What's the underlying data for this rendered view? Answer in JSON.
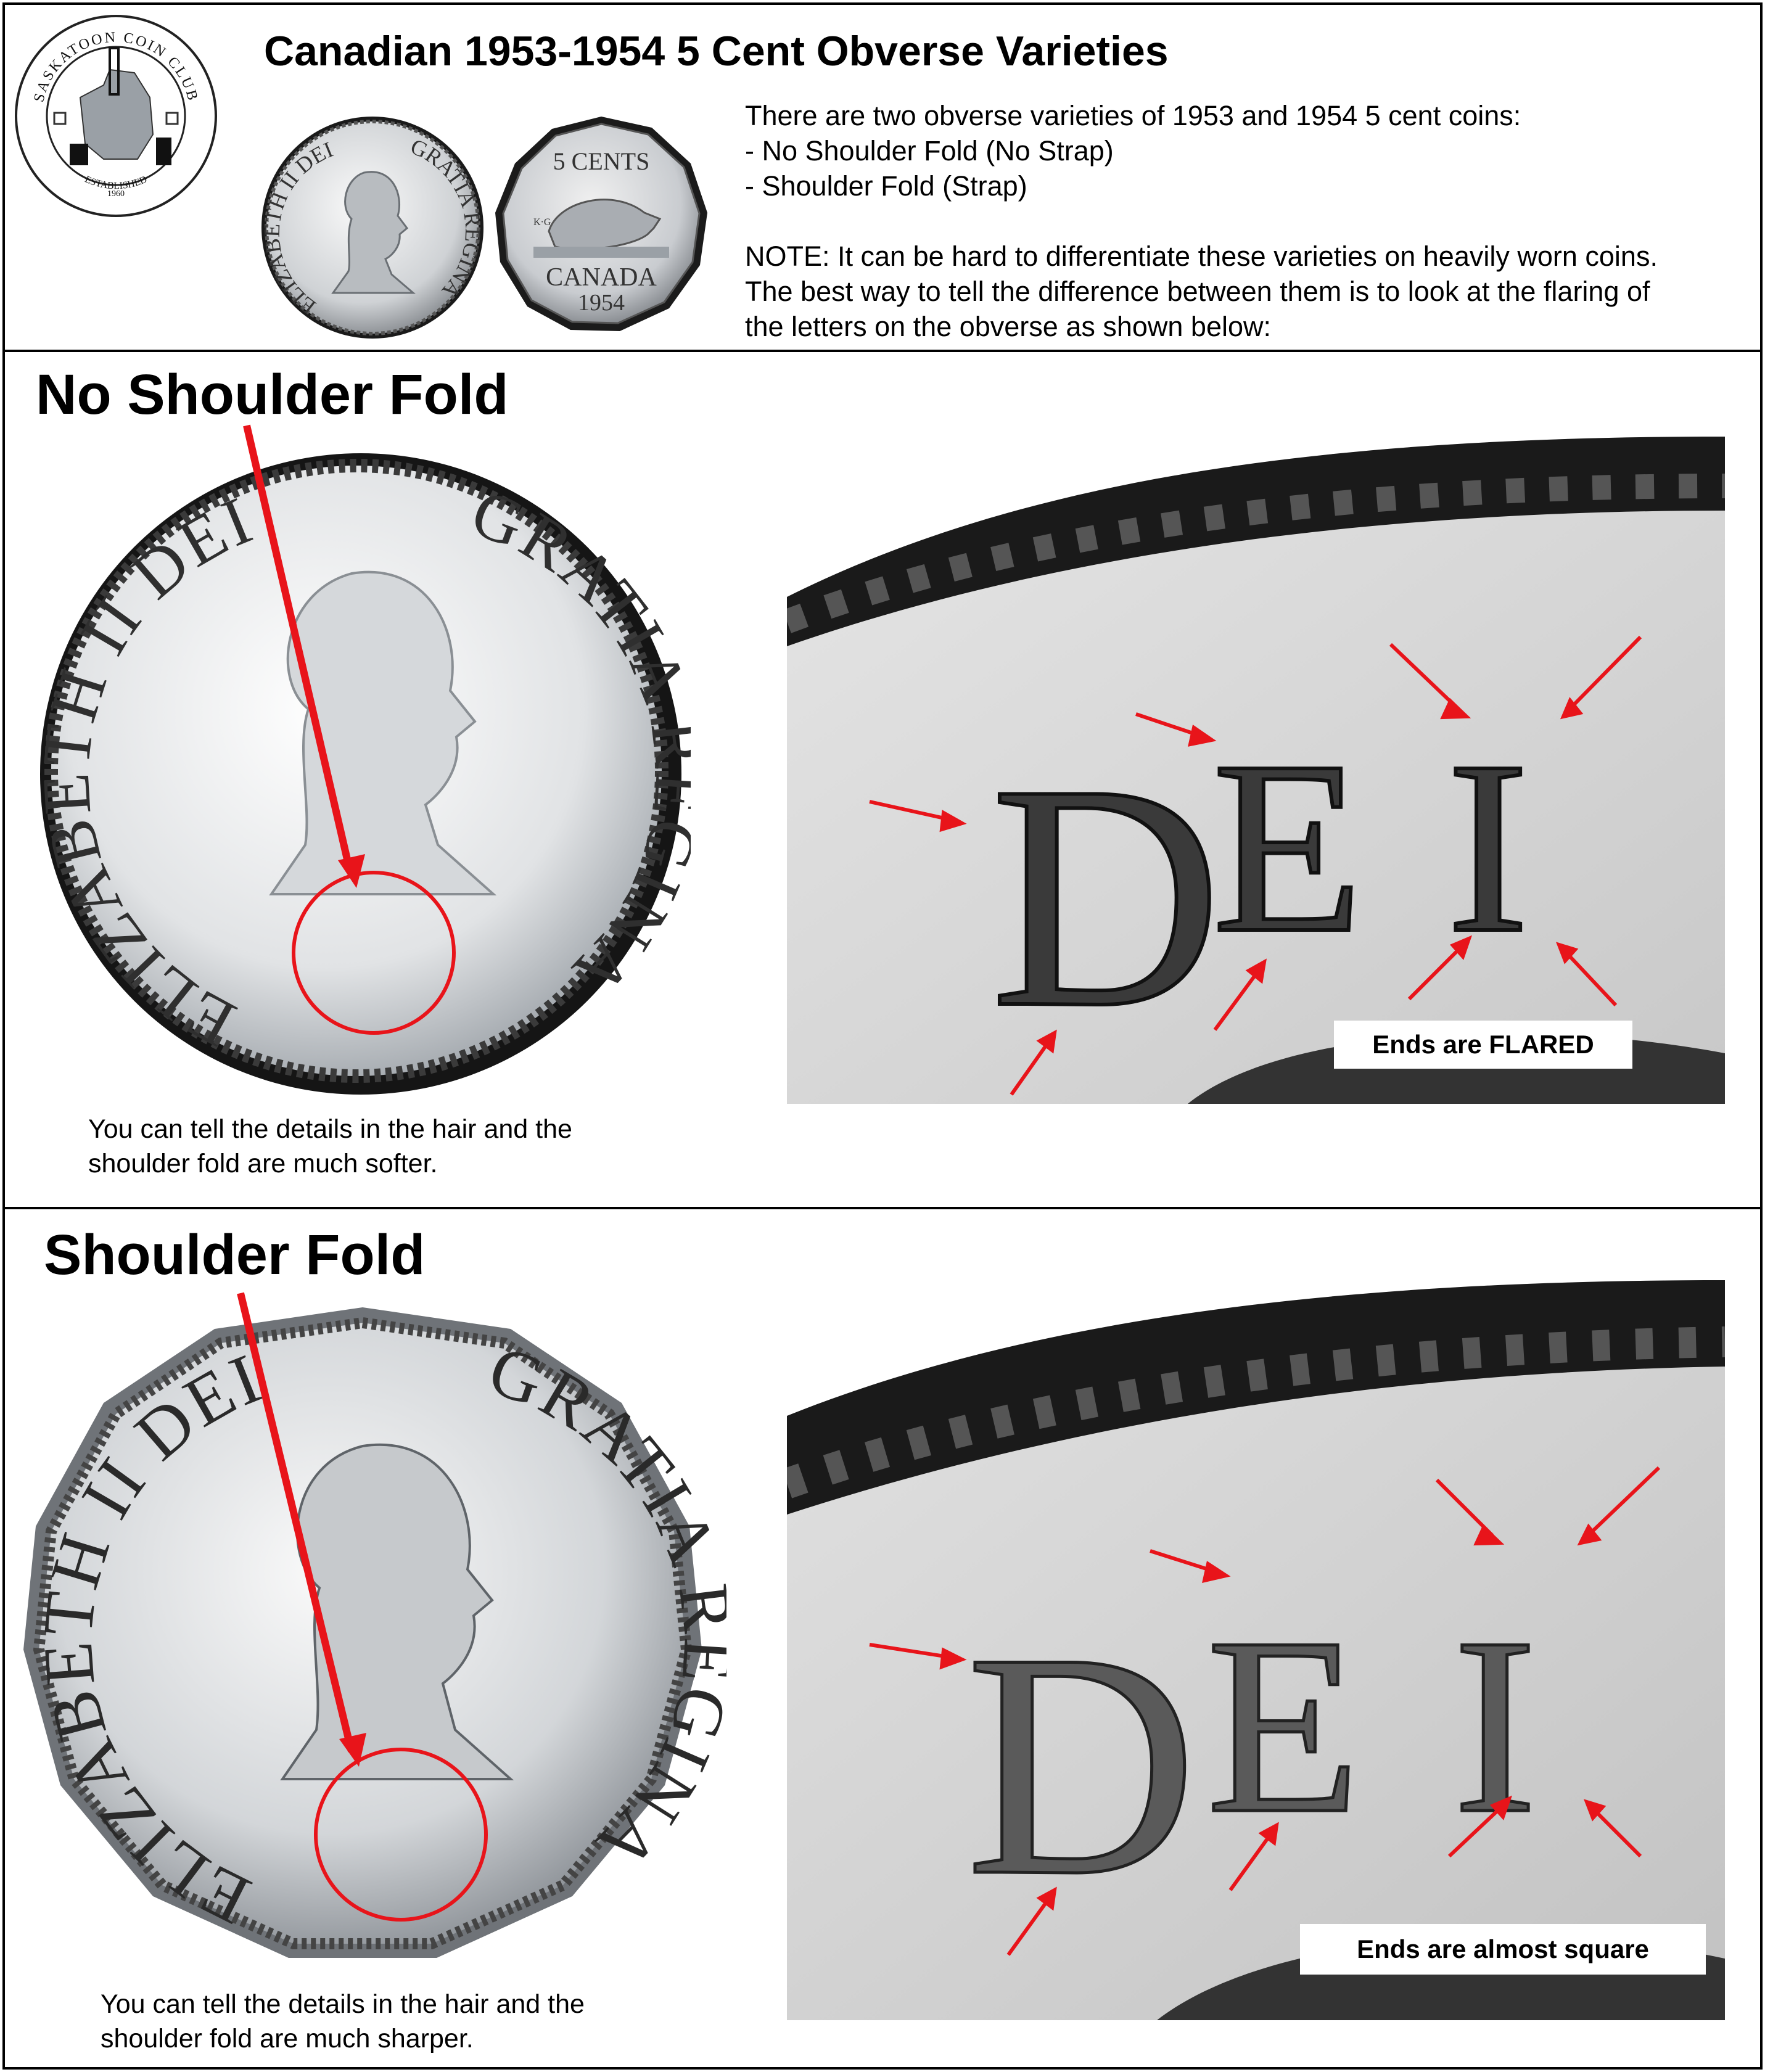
{
  "header": {
    "title": "Canadian 1953-1954 5 Cent Obverse Varieties",
    "intro_text": "There are two obverse varieties of 1953 and 1954 5 cent coins:\n- No Shoulder Fold (No Strap)\n- Shoulder Fold (Strap)\n\nNOTE: It can be hard to differentiate these varieties on heavily worn coins.\nThe best way to tell the difference between them is to look at the flaring of\nthe letters on the obverse as shown below:",
    "logo": {
      "top_text": "SASKATOON COIN CLUB",
      "bottom_text": "ESTABLISHED",
      "year": "1960"
    },
    "coin_obverse": {
      "legend_left": "ELIZABETH II DEI",
      "legend_right": "GRATIA REGINA"
    },
    "coin_reverse": {
      "top": "5 CENTS",
      "country": "CANADA",
      "year": "1954",
      "initials": "K·G"
    }
  },
  "sections": [
    {
      "heading": "No Shoulder Fold",
      "coin_legend_left": "ELIZABETH II DEI",
      "coin_legend_right": "GRATIA REGINA",
      "closeup_letters": [
        "D",
        "E",
        "I"
      ],
      "label": "Ends are FLARED",
      "caption": "You can tell the details in the hair and the\nshoulder fold are much softer."
    },
    {
      "heading": "Shoulder Fold",
      "coin_legend_left": "ELIZABETH II DEI",
      "coin_legend_right": "GRATIA REGINA",
      "closeup_letters": [
        "D",
        "E",
        "I"
      ],
      "label": "Ends are almost square",
      "caption": "You can tell the details in the hair and the\nshoulder fold are much sharper."
    }
  ],
  "colors": {
    "accent_red": "#e8141a",
    "border": "#000000"
  }
}
